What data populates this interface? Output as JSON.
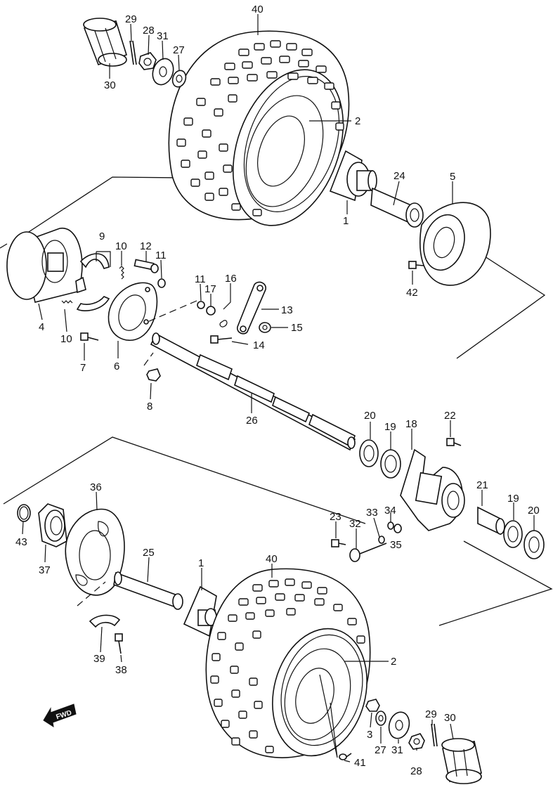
{
  "labels": {
    "p40a": "40",
    "p2a": "2",
    "p29a": "29",
    "p28a": "28",
    "p31a": "31",
    "p27a": "27",
    "p30a": "30",
    "p24": "24",
    "p5": "5",
    "p1a": "1",
    "p42": "42",
    "p9": "9",
    "p10a": "10",
    "p12": "12",
    "p11a": "11",
    "p11b": "11",
    "p16": "16",
    "p17": "17",
    "p13": "13",
    "p15": "15",
    "p14": "14",
    "p4": "4",
    "p10b": "10",
    "p7": "7",
    "p6": "6",
    "p8": "8",
    "p26": "26",
    "p20a": "20",
    "p19a": "19",
    "p18": "18",
    "p22": "22",
    "p21": "21",
    "p19b": "19",
    "p20b": "20",
    "p23": "23",
    "p32": "32",
    "p33": "33",
    "p34": "34",
    "p35": "35",
    "p36": "36",
    "p43": "43",
    "p37": "37",
    "p25": "25",
    "p1b": "1",
    "p40b": "40",
    "p2b": "2",
    "p39": "39",
    "p38": "38",
    "p3": "3",
    "p27b": "27",
    "p31b": "31",
    "p28b": "28",
    "p29b": "29",
    "p30b": "30",
    "p41": "41",
    "fwd": "FWD"
  },
  "icons": {
    "fwd_arrow": "fwd-arrow-icon"
  }
}
